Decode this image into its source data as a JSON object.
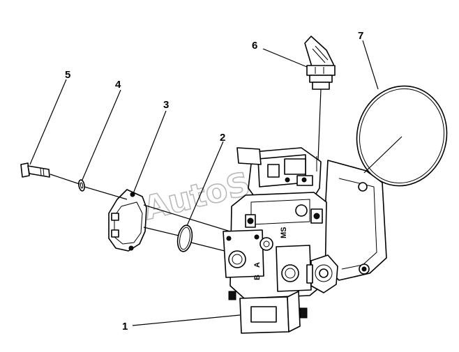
{
  "diagram": {
    "watermark": "AutoSoft",
    "callouts": [
      {
        "id": "1",
        "label": "1"
      },
      {
        "id": "2",
        "label": "2"
      },
      {
        "id": "3",
        "label": "3"
      },
      {
        "id": "4",
        "label": "4"
      },
      {
        "id": "5",
        "label": "5"
      },
      {
        "id": "6",
        "label": "6"
      },
      {
        "id": "7",
        "label": "7"
      }
    ],
    "body_markings": {
      "a": "A",
      "b": "B",
      "ms": "MS"
    }
  }
}
